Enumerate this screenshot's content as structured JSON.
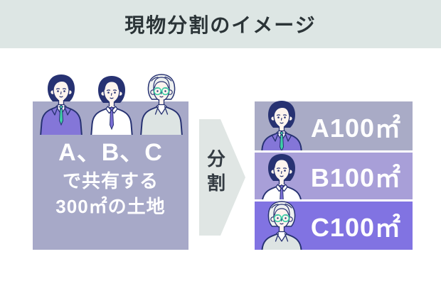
{
  "header": {
    "title": "現物分割のイメージ"
  },
  "left_panel": {
    "line1": "A、B、C",
    "line2": "で共有する",
    "line3": "300㎡の土地",
    "bg_color": "#a7a9c8",
    "people": [
      "man-purple-suit",
      "man-white-shirt-tie",
      "man-gray-jacket-glasses"
    ]
  },
  "arrow": {
    "label": "分割",
    "bg_color": "#e0e6e4"
  },
  "right_panel": {
    "bars": [
      {
        "label": "A100㎡",
        "bg_color": "#a9abc6",
        "person": "man-purple-suit"
      },
      {
        "label": "B100㎡",
        "bg_color": "#a89fd8",
        "person": "man-white-shirt-tie"
      },
      {
        "label": "C100㎡",
        "bg_color": "#8173e2",
        "person": "man-gray-jacket-glasses"
      }
    ]
  },
  "colors": {
    "page_bg": "#ffffff",
    "header_bg": "#dde6e4",
    "title_text": "#2b3437",
    "box_text": "#ffffff",
    "arrow_text": "#333b42",
    "suit_purple": "#8476d8",
    "tie_teal": "#3ed0a6",
    "tie_purple": "#7c6fd6",
    "jacket_gray": "#dde4e3",
    "outline_navy": "#273272"
  }
}
